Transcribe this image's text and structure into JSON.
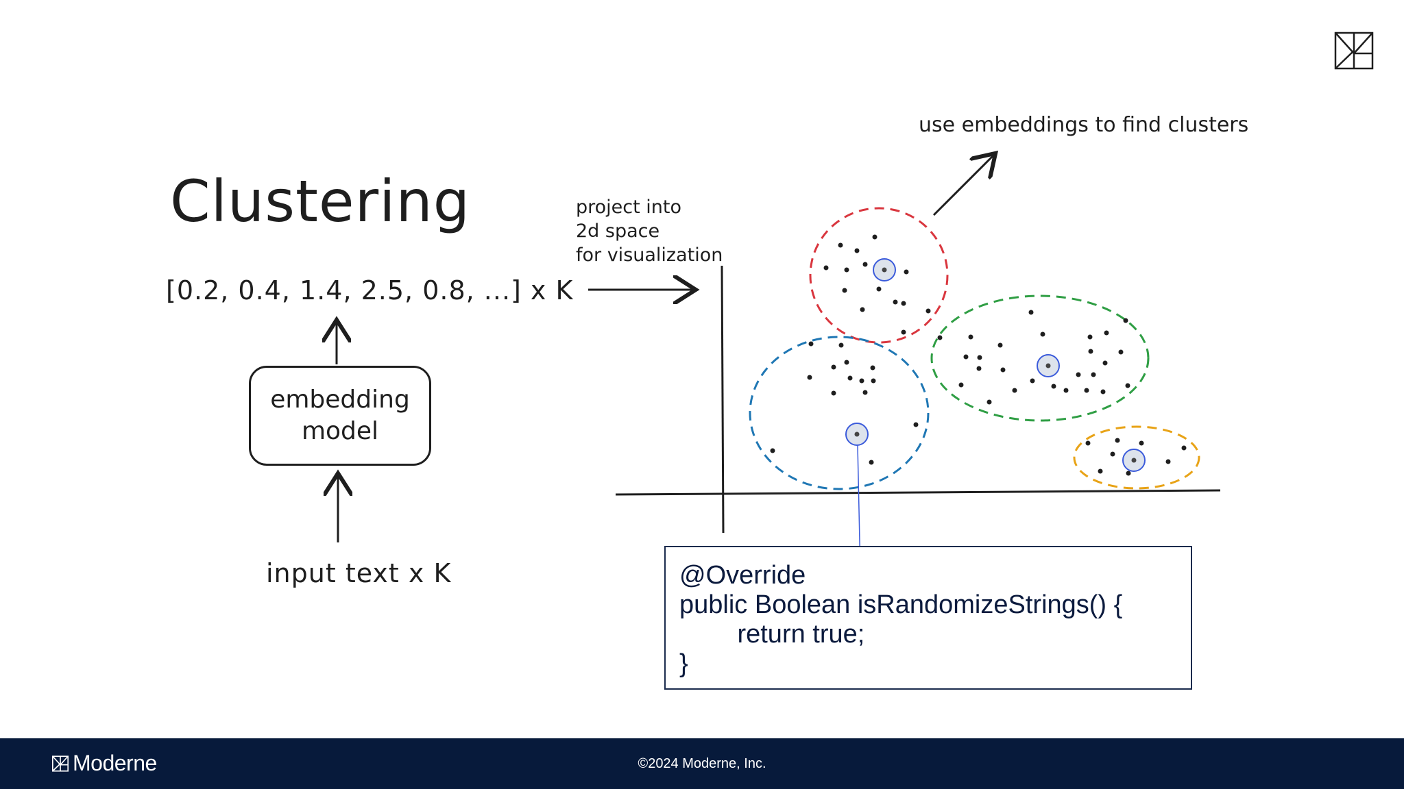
{
  "slide": {
    "title": "Clustering",
    "vector": "[0.2, 0.4, 1.4, 2.5, 0.8, ...] x K",
    "model_line1": "embedding",
    "model_line2": "model",
    "input": "input text  x K",
    "project_line1": "project into",
    "project_line2": "2d space",
    "project_line3": "for visualization",
    "clusters_note": "use embeddings to find clusters"
  },
  "code": {
    "line1": "@Override",
    "line2": "public Boolean isRandomizeStrings() {",
    "line3": "        return true;",
    "line4": "}"
  },
  "footer": {
    "brand": "Moderne",
    "copyright": "©2024 Moderne, Inc."
  },
  "icons": [
    "moderne-logo-icon",
    "arrow-up-icon",
    "arrow-right-icon",
    "arrow-diagonal-icon"
  ],
  "colors": {
    "red_cluster": "#d9363e",
    "green_cluster": "#2f9e44",
    "blue_cluster": "#1f77b4",
    "orange_cluster": "#e8a317",
    "centroid": "#3b5bdb",
    "footer_bg": "#071a3b"
  }
}
